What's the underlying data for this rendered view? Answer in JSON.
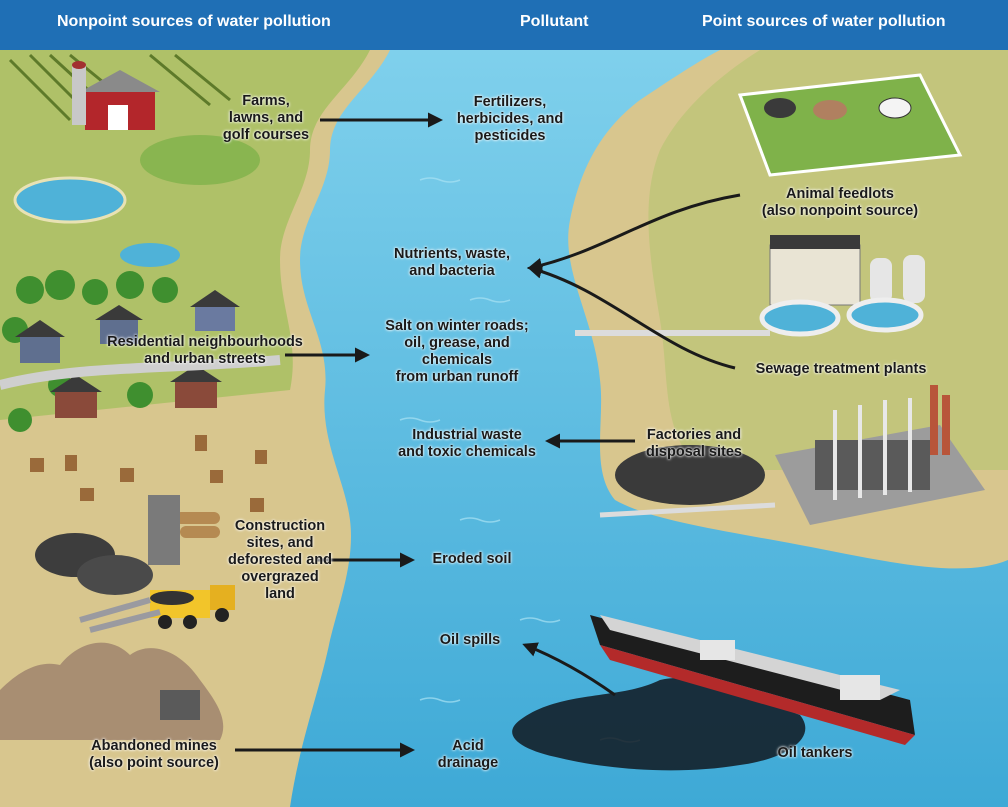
{
  "colors": {
    "header": "#1f6fb5",
    "water": "#5cc0e2",
    "land": "#d6c48c",
    "grass": "#9cb85a",
    "arrow": "#1a1a1a"
  },
  "headers": {
    "nonpoint": "Nonpoint sources of water pollution",
    "pollutant": "Pollutant",
    "point": "Point sources of water pollution"
  },
  "nonpoint_sources": {
    "farms": "Farms,\nlawns, and\ngolf courses",
    "residential": "Residential neighbourhoods\nand urban streets",
    "construction": "Construction\nsites, and\ndeforested and\novergrazed\nland",
    "mines": "Abandoned mines\n(also point source)"
  },
  "pollutants": {
    "fertilizers": "Fertilizers,\nherbicides, and\npesticides",
    "nutrients": "Nutrients, waste,\nand bacteria",
    "salt": "Salt on winter roads;\noil, grease, and\nchemicals\nfrom urban runoff",
    "industrial": "Industrial waste\nand toxic chemicals",
    "soil": "Eroded soil",
    "oil": "Oil spills",
    "acid": "Acid\ndrainage"
  },
  "point_sources": {
    "feedlots": "Animal feedlots\n(also nonpoint source)",
    "sewage": "Sewage treatment plants",
    "factories": "Factories and\ndisposal sites",
    "tankers": "Oil tankers"
  },
  "icons": [
    "barn-icon",
    "cow-icon",
    "house-icon",
    "tree-icon",
    "stump-icon",
    "dump-truck-icon",
    "sewage-plant-icon",
    "factory-icon",
    "oil-tanker-icon",
    "mine-icon"
  ]
}
